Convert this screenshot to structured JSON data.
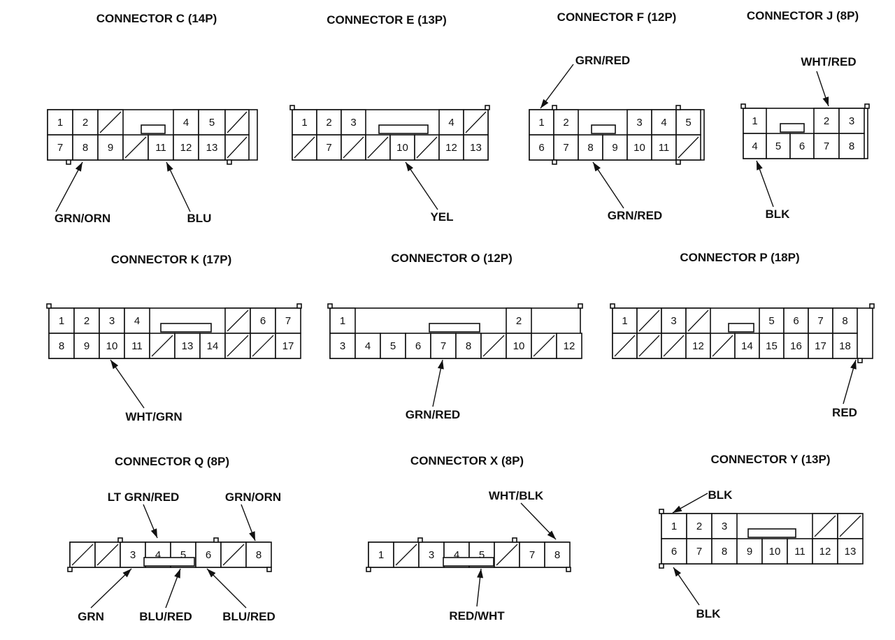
{
  "connectors": [
    {
      "key": "C",
      "title": "CONNECTOR C (14P)",
      "rows": [
        [
          "1",
          "2",
          "/",
          "",
          "",
          "4",
          "5",
          "/"
        ],
        [
          "7",
          "8",
          "9",
          "/",
          "11",
          "12",
          "13",
          "/"
        ]
      ],
      "wires": [
        {
          "label": "GRN/ORN",
          "pin": "8"
        },
        {
          "label": "BLU",
          "pin": "11"
        }
      ]
    },
    {
      "key": "E",
      "title": "CONNECTOR E (13P)",
      "rows": [
        [
          "1",
          "2",
          "3",
          "",
          "",
          "",
          "4",
          "/"
        ],
        [
          "/",
          "7",
          "/",
          "/",
          "10",
          "/",
          "12",
          "13"
        ]
      ],
      "wires": [
        {
          "label": "YEL",
          "pin": "10"
        }
      ]
    },
    {
      "key": "F",
      "title": "CONNECTOR F (12P)",
      "rows": [
        [
          "1",
          "2",
          "",
          "",
          "3",
          "4",
          "5"
        ],
        [
          "6",
          "7",
          "8",
          "9",
          "10",
          "11",
          "/"
        ]
      ],
      "wires": [
        {
          "label": "GRN/RED",
          "pin": "1"
        },
        {
          "label": "GRN/RED",
          "pin": "8"
        }
      ]
    },
    {
      "key": "J",
      "title": "CONNECTOR J (8P)",
      "rows": [
        [
          "1",
          "",
          "",
          "2",
          "3"
        ],
        [
          "4",
          "5",
          "6",
          "7",
          "8"
        ]
      ],
      "wires": [
        {
          "label": "WHT/RED",
          "pin": "2"
        },
        {
          "label": "BLK",
          "pin": "4"
        }
      ]
    },
    {
      "key": "K",
      "title": "CONNECTOR K (17P)",
      "rows": [
        [
          "1",
          "2",
          "3",
          "4",
          "",
          "",
          "",
          "/",
          "6",
          "7"
        ],
        [
          "8",
          "9",
          "10",
          "11",
          "/",
          "13",
          "14",
          "/",
          "/",
          "17"
        ]
      ],
      "wires": [
        {
          "label": "WHT/GRN",
          "pin": "10"
        }
      ]
    },
    {
      "key": "O",
      "title": "CONNECTOR O (12P)",
      "rows": [
        [
          "1",
          "",
          "",
          "",
          "",
          "",
          "",
          "2",
          "",
          ""
        ],
        [
          "3",
          "4",
          "5",
          "6",
          "7",
          "8",
          "/",
          "10",
          "/",
          "12"
        ]
      ],
      "wires": [
        {
          "label": "GRN/RED",
          "pin": "7"
        }
      ]
    },
    {
      "key": "P",
      "title": "CONNECTOR P (18P)",
      "rows": [
        [
          "1",
          "/",
          "3",
          "/",
          "",
          "",
          "5",
          "6",
          "7",
          "8"
        ],
        [
          "/",
          "/",
          "/",
          "12",
          "/",
          "14",
          "15",
          "16",
          "17",
          "18"
        ]
      ],
      "wires": [
        {
          "label": "RED",
          "pin": "18"
        }
      ]
    },
    {
      "key": "Q",
      "title": "CONNECTOR Q (8P)",
      "rows": [
        [
          "/",
          "/",
          "3",
          "4",
          "5",
          "6",
          "/",
          "8"
        ]
      ],
      "wires": [
        {
          "label": "LT GRN/RED",
          "pin": "4"
        },
        {
          "label": "GRN/ORN",
          "pin": "8"
        },
        {
          "label": "GRN",
          "pin": "3"
        },
        {
          "label": "BLU/RED",
          "pin": "5"
        },
        {
          "label": "BLU/RED",
          "pin": "6"
        }
      ]
    },
    {
      "key": "X",
      "title": "CONNECTOR X (8P)",
      "rows": [
        [
          "1",
          "/",
          "3",
          "4",
          "5",
          "/",
          "7",
          "8"
        ]
      ],
      "wires": [
        {
          "label": "WHT/BLK",
          "pin": "8"
        },
        {
          "label": "RED/WHT",
          "pin": "5"
        }
      ]
    },
    {
      "key": "Y",
      "title": "CONNECTOR Y (13P)",
      "rows": [
        [
          "1",
          "2",
          "3",
          "",
          "",
          "",
          "/",
          "/"
        ],
        [
          "6",
          "7",
          "8",
          "9",
          "10",
          "11",
          "12",
          "13"
        ]
      ],
      "wires": [
        {
          "label": "BLK",
          "pin": "1"
        },
        {
          "label": "BLK",
          "pin": "6"
        }
      ]
    }
  ]
}
